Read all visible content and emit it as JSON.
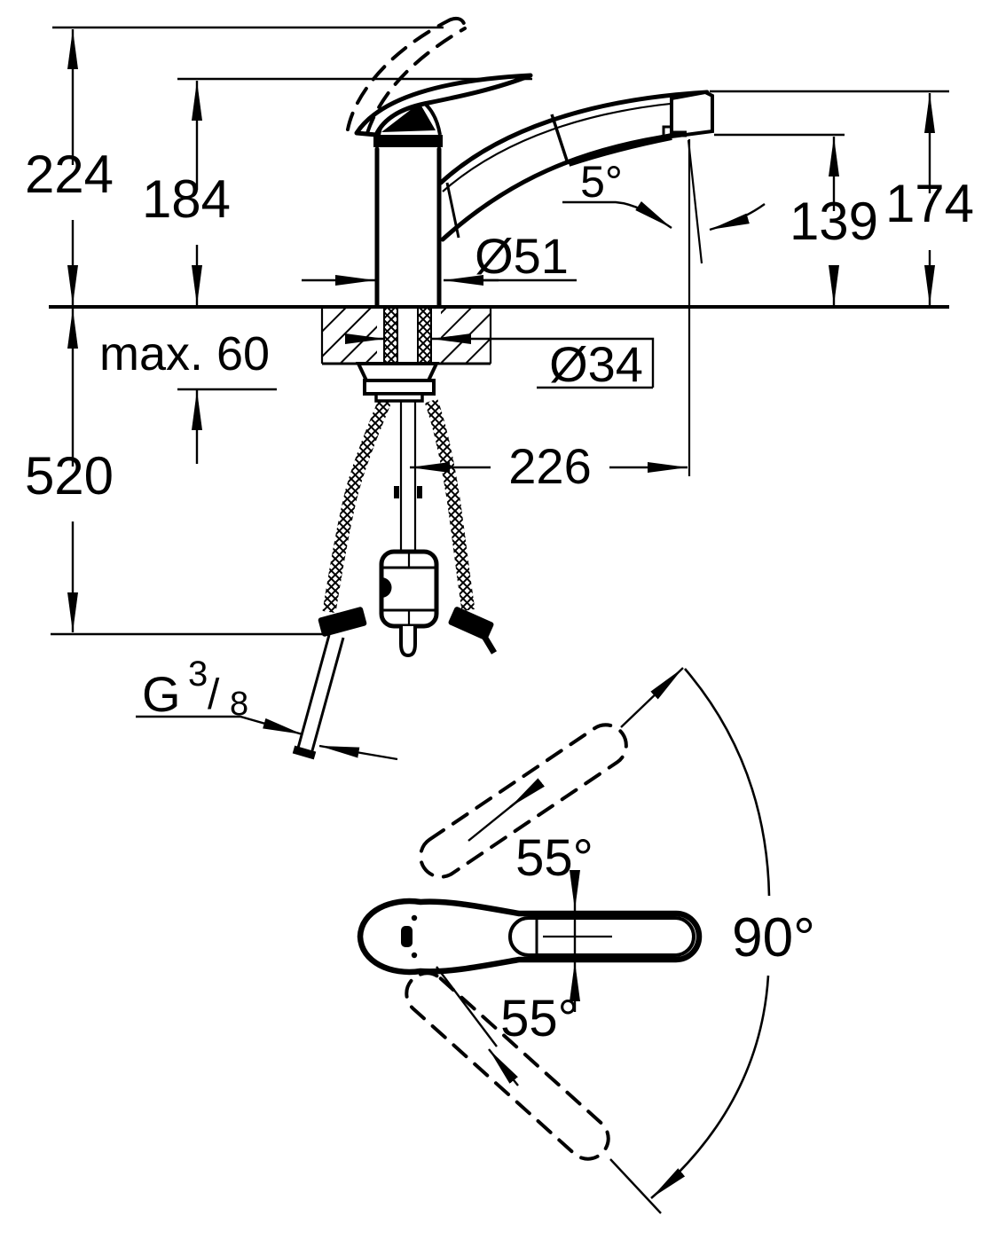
{
  "colors": {
    "background": "#ffffff",
    "line": "#000000"
  },
  "side_view": {
    "overall_height": "224",
    "body_height": "184",
    "outlet_height": "139",
    "spout_tip_height": "174",
    "body_diameter": "Ø51",
    "mounting_hole_diameter": "Ø34",
    "max_deck_thickness": "max. 60",
    "below_deck_length": "520",
    "spout_reach": "226",
    "outlet_angle": "5°",
    "thread": {
      "prefix": "G",
      "numerator": "3",
      "slash": "/",
      "denominator": "8"
    }
  },
  "top_view": {
    "swivel_up": "55°",
    "swivel_down": "55°",
    "total_swivel": "90°"
  }
}
